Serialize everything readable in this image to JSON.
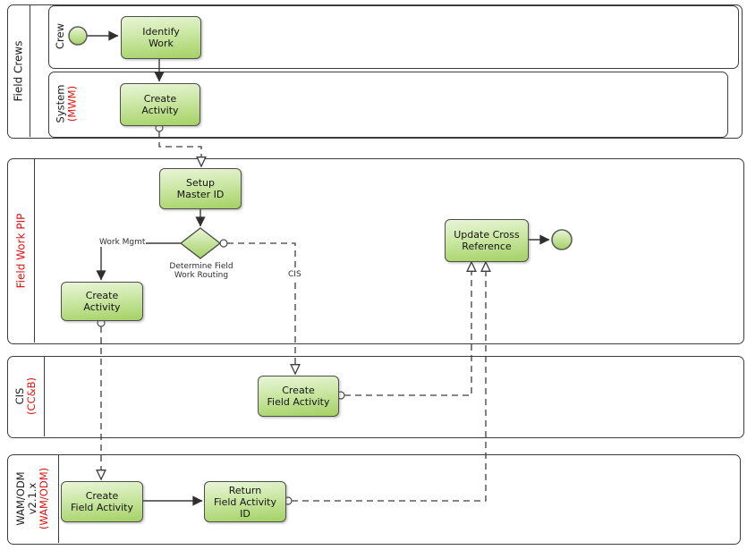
{
  "diagram": {
    "pools": {
      "field_crews": {
        "label": "Field Crews"
      },
      "crew_lane": {
        "label": "Crew"
      },
      "system_lane": {
        "label": "System",
        "sublabel": "(MWM)"
      },
      "field_work_pip": {
        "label": "Field Work PIP"
      },
      "cis": {
        "label": "CIS",
        "sublabel": "(CC&B)"
      },
      "wam": {
        "label": "WAM/ODM\nv2.1.x",
        "sublabel": "(WAM/ODM)"
      }
    },
    "nodes": {
      "identify_work": {
        "label": "Identify\nWork"
      },
      "create_activity_mwm": {
        "label": "Create\nActivity"
      },
      "setup_master_id": {
        "label": "Setup\nMaster ID"
      },
      "create_activity_pip": {
        "label": "Create\nActivity"
      },
      "update_cross_reference": {
        "label": "Update Cross\nReference"
      },
      "create_field_activity_cis": {
        "label": "Create\nField Activity"
      },
      "create_field_activity_wam": {
        "label": "Create\nField Activity"
      },
      "return_field_activity_id": {
        "label": "Return\nField Activity\nID"
      }
    },
    "edge_labels": {
      "work_mgmt": "Work Mgmt",
      "cis_route": "CIS",
      "gateway_caption": "Determine Field\nWork Routing"
    },
    "colors": {
      "shape_fill_top": "#e9f5d8",
      "shape_fill_bottom": "#a4d164",
      "shape_border": "#4c4f4a",
      "lane_border": "#3d3d3d",
      "accent_red": "#e01212",
      "connector": "#3d3d3d"
    }
  }
}
